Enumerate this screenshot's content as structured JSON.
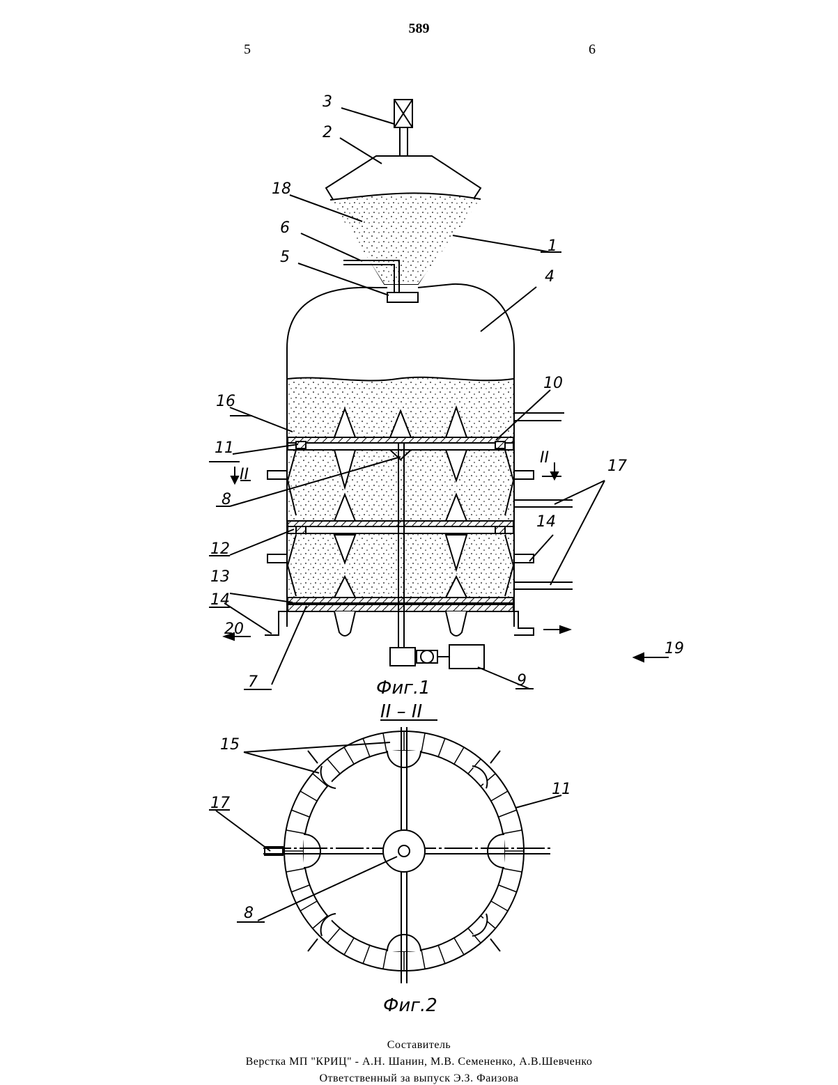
{
  "header": {
    "page_number": "589",
    "col_left": "5",
    "col_right": "6"
  },
  "figure1": {
    "labels": {
      "l3": "3",
      "l2": "2",
      "l18": "18",
      "l6": "6",
      "l5": "5",
      "l1": "1",
      "l4": "4",
      "l16": "16",
      "l10": "10",
      "l11": "11",
      "l8": "8",
      "l12": "12",
      "l14a": "14",
      "l13": "13",
      "l14b": "14",
      "l20": "20",
      "l7": "7",
      "l9": "9",
      "l17": "17",
      "l19": "19",
      "sec_left": "II",
      "sec_right": "II"
    },
    "caption": "Фиг.1"
  },
  "figure2": {
    "section": "II – II",
    "labels": {
      "l15": "15",
      "l11": "11",
      "l17": "17",
      "l8": "8"
    },
    "caption": "Фиг.2"
  },
  "footer": {
    "line1": "Составитель",
    "line2": "Верстка МП \"КРИЦ\" -   А.Н. Шанин, М.В. Семененко,   А.В.Шевченко",
    "line3": "Ответственный  за  выпуск  Э.З. Фаизова"
  }
}
